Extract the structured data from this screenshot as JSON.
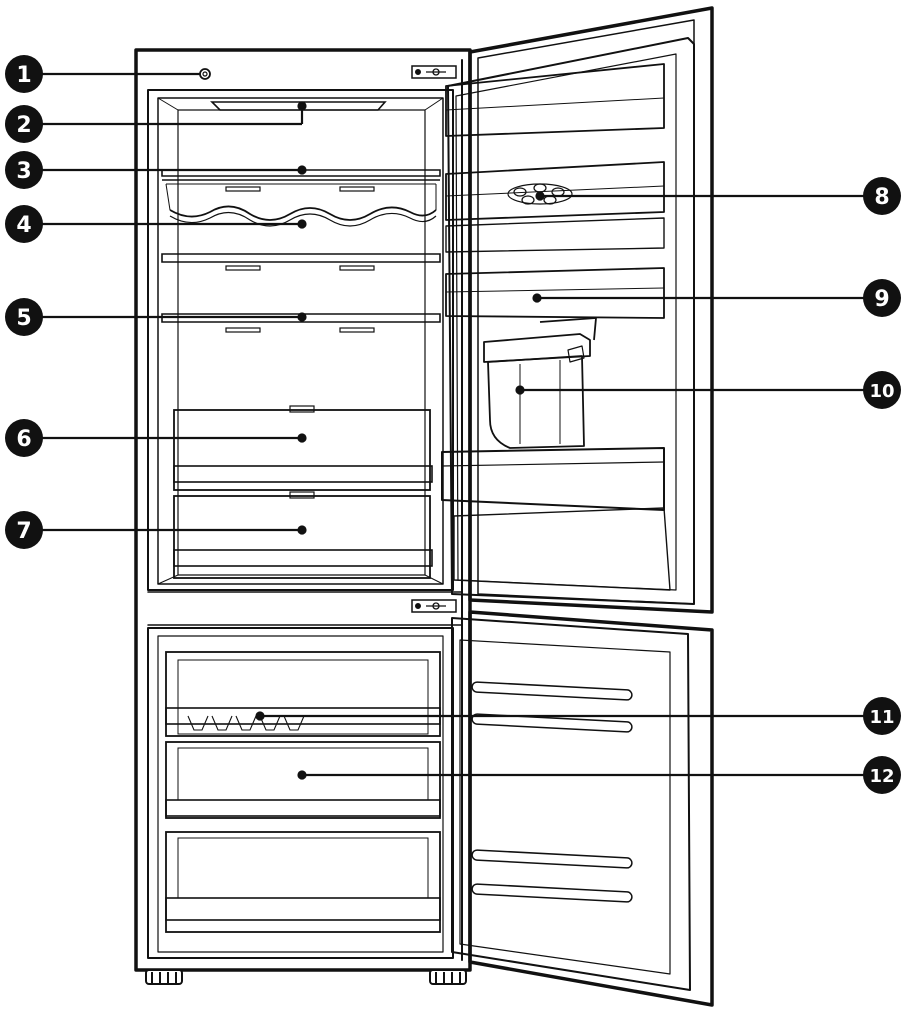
{
  "diagram": {
    "subject": "refrigerator-freezer interior, doors open",
    "callouts": [
      {
        "id": "1",
        "label": "1"
      },
      {
        "id": "2",
        "label": "2"
      },
      {
        "id": "3",
        "label": "3"
      },
      {
        "id": "4",
        "label": "4"
      },
      {
        "id": "5",
        "label": "5"
      },
      {
        "id": "6",
        "label": "6"
      },
      {
        "id": "7",
        "label": "7"
      },
      {
        "id": "8",
        "label": "8"
      },
      {
        "id": "9",
        "label": "9"
      },
      {
        "id": "10",
        "label": "10"
      },
      {
        "id": "11",
        "label": "11"
      },
      {
        "id": "12",
        "label": "12"
      }
    ],
    "colors": {
      "line": "#111111",
      "callout_fill": "#111111",
      "callout_text": "#ffffff",
      "background": "#ffffff",
      "shade": "#f2f2f2"
    }
  }
}
